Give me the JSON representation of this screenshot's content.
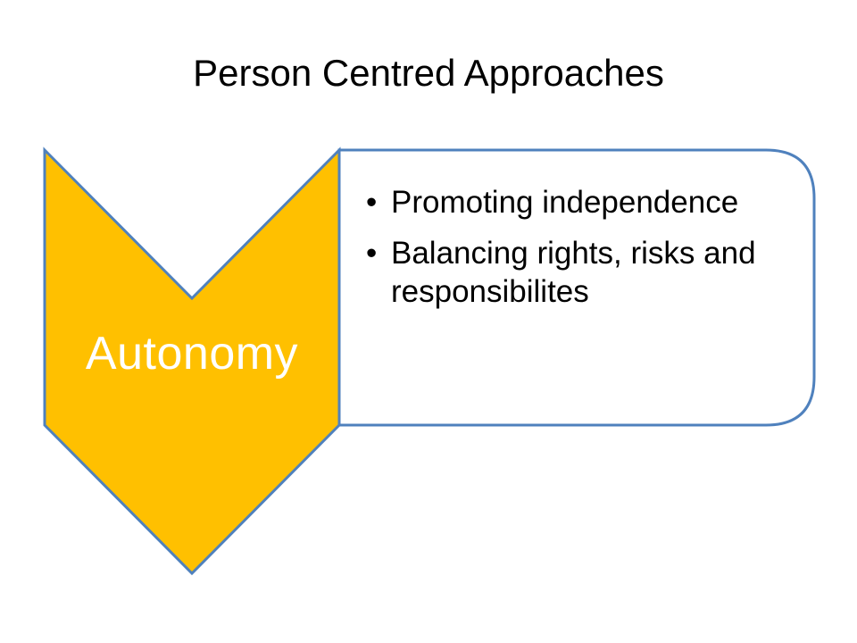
{
  "slide": {
    "title": "Person Centred Approaches"
  },
  "diagram": {
    "chevron": {
      "label": "Autonomy",
      "fill_color": "#FFC000",
      "border_color": "#4F81BD"
    },
    "content_box": {
      "border_color": "#4F81BD",
      "fill_color": "#FFFFFF",
      "bullet_glyph": "•",
      "items": [
        {
          "text": "Promoting independence"
        },
        {
          "text": "Balancing rights, risks and responsibilites"
        }
      ]
    }
  }
}
